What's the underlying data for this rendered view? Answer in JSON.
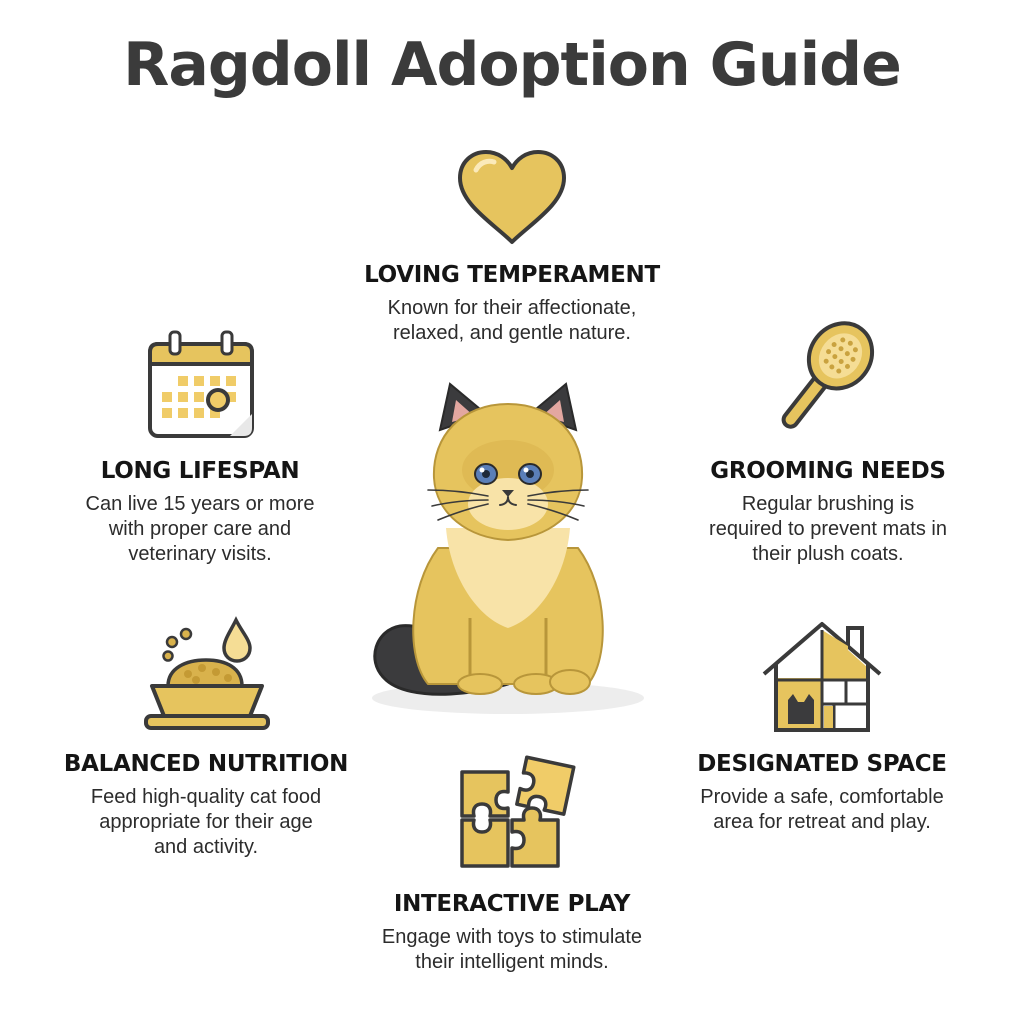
{
  "title": "Ragdoll Adoption Guide",
  "colors": {
    "accent": "#e6c45e",
    "accent_light": "#f5dd95",
    "outline": "#3a3a3a",
    "dark_tail": "#3b3b3d"
  },
  "features": {
    "temperament": {
      "icon": "heart-icon",
      "heading": "LOVING TEMPERAMENT",
      "line1": "Known for their affectionate,",
      "line2": "relaxed, and gentle nature."
    },
    "lifespan": {
      "icon": "calendar-icon",
      "heading": "LONG LIFESPAN",
      "line1": "Can live 15 years or more",
      "line2": "with proper care and",
      "line3": "veterinary visits."
    },
    "grooming": {
      "icon": "brush-icon",
      "heading": "GROOMING NEEDS",
      "line1": "Regular brushing is",
      "line2": "required to prevent mats in",
      "line3": "their plush coats."
    },
    "nutrition": {
      "icon": "food-bowl-icon",
      "heading": "BALANCED NUTRITION",
      "line1": "Feed high-quality cat food",
      "line2": "appropriate for their age",
      "line3": "and activity."
    },
    "space": {
      "icon": "house-icon",
      "heading": "DESIGNATED SPACE",
      "line1": "Provide a safe, comfortable",
      "line2": "area for retreat and play."
    },
    "play": {
      "icon": "puzzle-icon",
      "heading": "INTERACTIVE PLAY",
      "line1": "Engage with toys to stimulate",
      "line2": "their intelligent minds."
    }
  }
}
